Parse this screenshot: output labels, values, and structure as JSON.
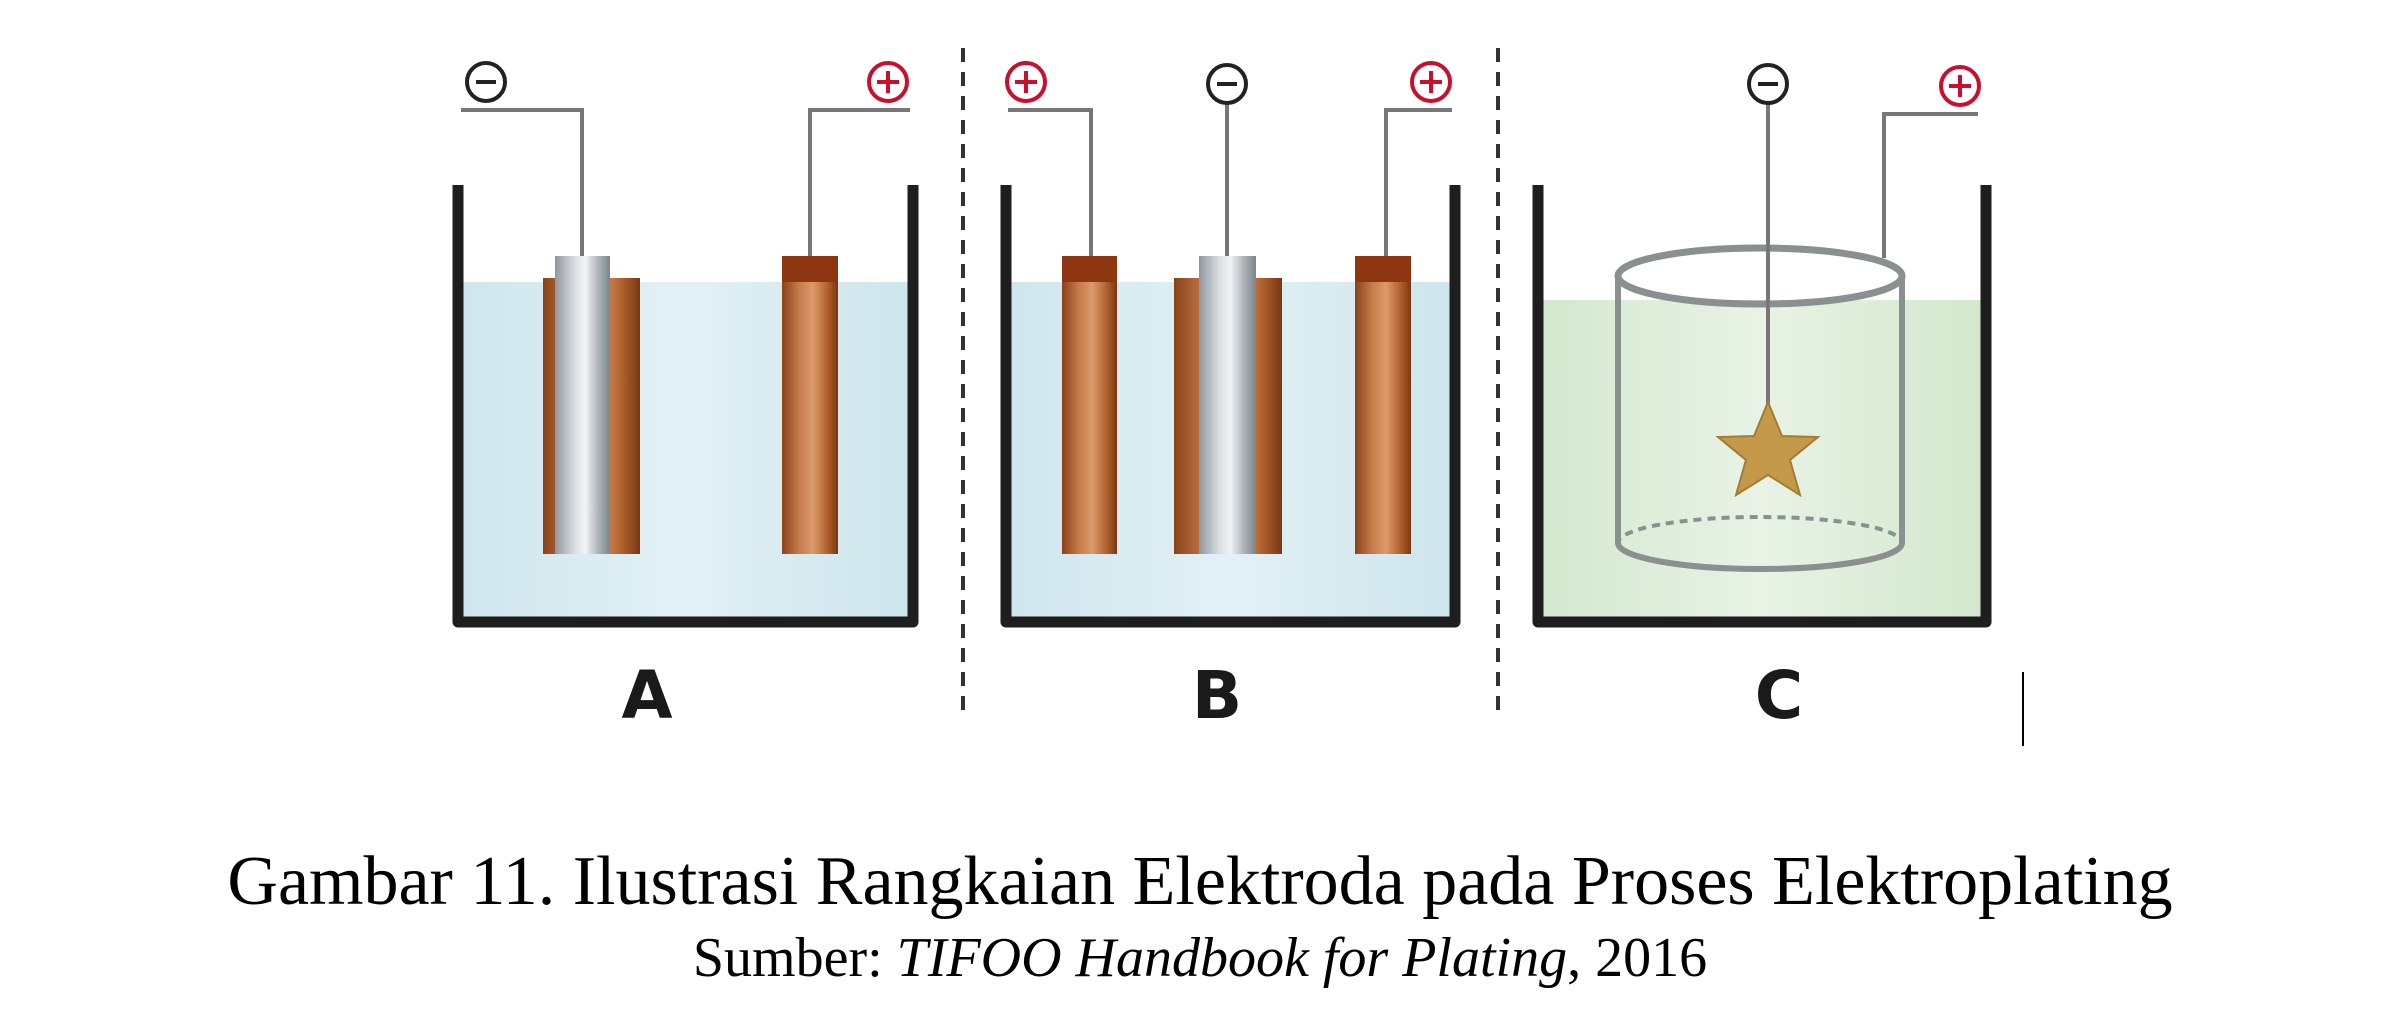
{
  "diagram": {
    "panels": [
      {
        "id": "A",
        "label": "A",
        "terminals": [
          "-",
          "+"
        ]
      },
      {
        "id": "B",
        "label": "B",
        "terminals": [
          "+",
          "-",
          "+"
        ]
      },
      {
        "id": "C",
        "label": "C",
        "terminals": [
          "-",
          "+"
        ]
      }
    ],
    "colors": {
      "electrolyte_blue": "#d2e9ef",
      "electrolyte_green": "#dcecd7",
      "copper": "#b86a3a",
      "copper_cap": "#8e3512",
      "steel": "#b9bfc4",
      "vessel": "#1e1e1e",
      "plus_sign": "#c8102e",
      "star": "#c49a4a"
    }
  },
  "caption": {
    "title": "Gambar 11. Ilustrasi Rangkaian Elektroda pada Proses Elektroplating",
    "source_prefix": "Sumber: ",
    "source_italic": "TIFOO Handbook for Plating",
    "source_suffix": ", 2016"
  }
}
